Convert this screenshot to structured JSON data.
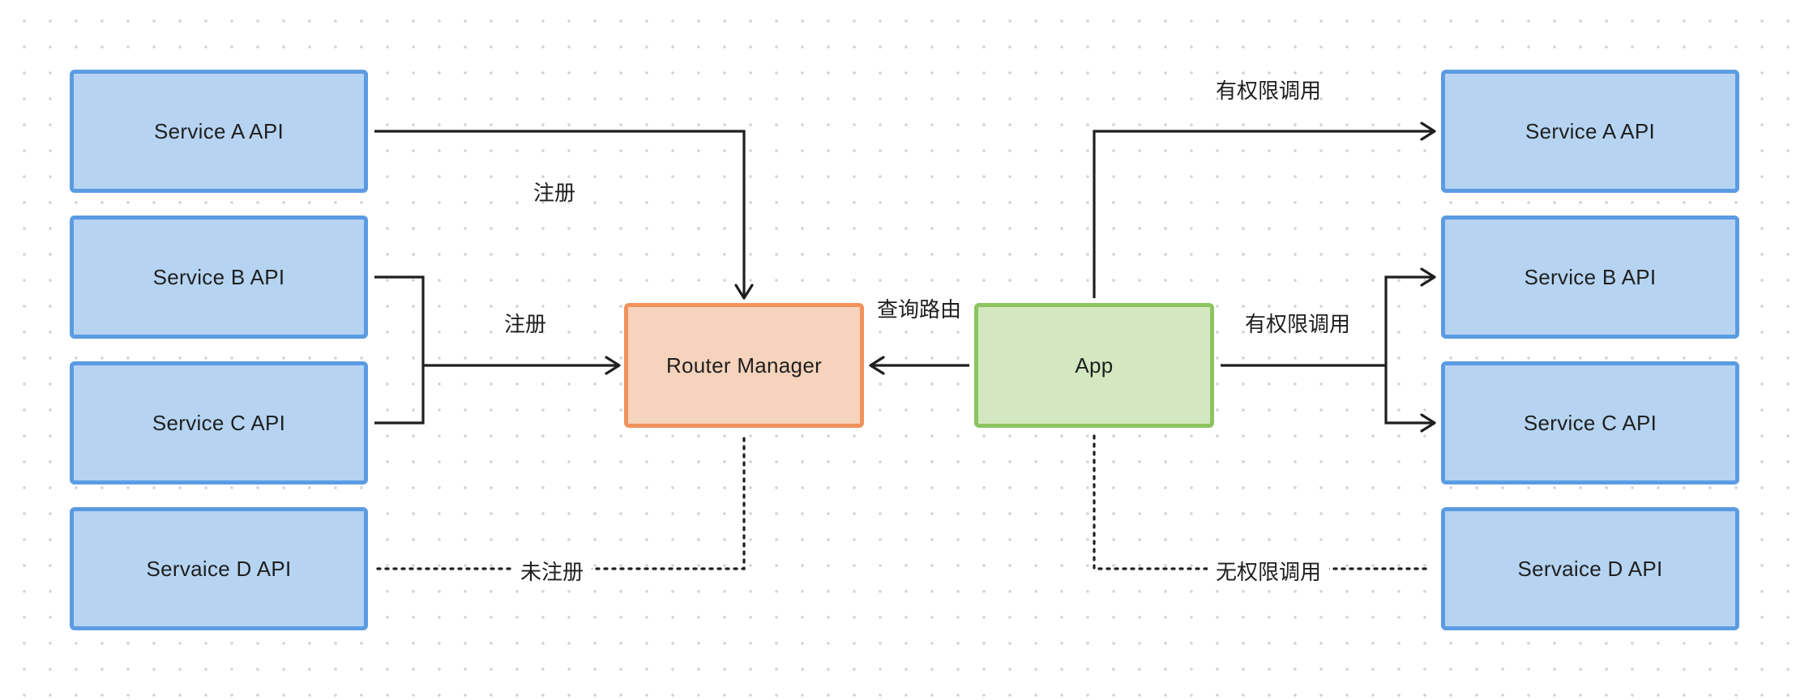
{
  "left_services": [
    {
      "label": "Service A API"
    },
    {
      "label": "Service B API"
    },
    {
      "label": "Service C API"
    },
    {
      "label": "Servaice D API"
    }
  ],
  "right_services": [
    {
      "label": "Service A API"
    },
    {
      "label": "Service B API"
    },
    {
      "label": "Service C API"
    },
    {
      "label": "Servaice D API"
    }
  ],
  "router": {
    "label": "Router Manager"
  },
  "app": {
    "label": "App"
  },
  "edges": {
    "register_a": "注册",
    "register_bc": "注册",
    "unregistered_d": "未注册",
    "query_route": "查询路由",
    "authorized_a": "有权限调用",
    "authorized_bc": "有权限调用",
    "unauthorized_d": "无权限调用"
  },
  "colors": {
    "service_fill": "#b6d4f2",
    "service_border": "#5b9be2",
    "router_fill": "#f6d3bc",
    "router_border": "#f0925a",
    "app_fill": "#d3e8c1",
    "app_border": "#8cc460",
    "wire": "#1f1f1f"
  }
}
